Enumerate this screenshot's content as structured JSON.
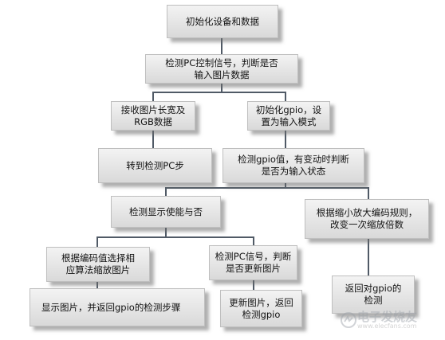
{
  "nodes": {
    "init_device": "初始化设备和数据",
    "detect_pc_signal": "检测PC控制信号，判断是否\n输入图片数据",
    "receive_size": "接收图片长宽及\nRGB数据",
    "init_gpio": "初始化gpio，设\n置为输入模式",
    "goto_detect": "转到检测PC步",
    "detect_gpio": "检测gpio值，有变动时判断\n是否为输入状态",
    "detect_enable": "检测显示使能与否",
    "zoom_rule": "根据缩小放大编码规则，\n改变一次缩放倍数",
    "select_algo": "根据编码值选择相\n应算法缩放图片",
    "detect_update": "检测PC信号，判断\n是否更新图片",
    "show_image": "显示图片，并返回gpio的检测步骤",
    "update_image": "更新图片，返回\n检测gpio",
    "return_gpio": "返回对gpio的\n检测"
  },
  "watermark": {
    "brand": "电子发烧友",
    "url": "www.elecfans.com"
  },
  "colors": {
    "line": "#505a66",
    "box_top": "#f3f3f3",
    "box_bottom": "#d9d9d9"
  }
}
